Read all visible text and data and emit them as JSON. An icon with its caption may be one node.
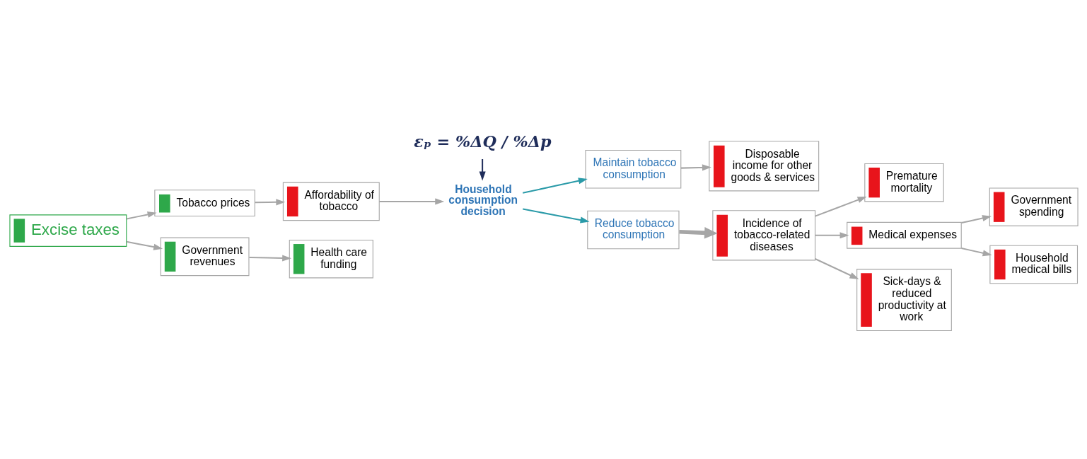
{
  "diagram": {
    "nodes": [
      {
        "text": [
          "Excise taxes"
        ]
      },
      {
        "text": [
          "Tobacco prices"
        ]
      },
      {
        "text": [
          "Affordability of tobacco"
        ]
      },
      {
        "text": [
          "εₚ = %ΔQ / %Δp"
        ]
      },
      {
        "text": [
          "Household consumption decision"
        ]
      },
      {
        "text": [
          "Maintain tobacco consumption"
        ]
      },
      {
        "text": [
          "Reduce tobacco consumption"
        ]
      },
      {
        "text": [
          "Disposable income for other goods & services"
        ]
      },
      {
        "text": [
          "Incidence of tobacco-related diseases"
        ]
      },
      {
        "text": [
          "Premature mortality"
        ]
      },
      {
        "text": [
          "Medical expenses"
        ]
      },
      {
        "text": [
          "Government spending"
        ]
      },
      {
        "text": [
          "Household medical bills"
        ]
      },
      {
        "text": [
          "Sick-days & reduced productivity at work"
        ]
      },
      {
        "text": [
          "Government revenues"
        ]
      },
      {
        "text": [
          "Health care funding"
        ]
      }
    ],
    "edges": [
      {
        "from": 0,
        "to": 1,
        "arrow": "to"
      },
      {
        "from": 0,
        "to": 14,
        "arrow": "to"
      },
      {
        "from": 1,
        "to": 2,
        "arrow": "to"
      },
      {
        "from": 2,
        "to": 4,
        "arrow": "to"
      },
      {
        "from": 3,
        "to": 4,
        "arrow": "to",
        "color": "#1f2d5a"
      },
      {
        "from": 4,
        "to": 5,
        "arrow": "to",
        "color": "#2a9aa8"
      },
      {
        "from": 4,
        "to": 6,
        "arrow": "to",
        "color": "#2a9aa8"
      },
      {
        "from": 5,
        "to": 7,
        "arrow": "to"
      },
      {
        "from": 6,
        "to": 8,
        "arrow": "to",
        "style": "thick"
      },
      {
        "from": 8,
        "to": 9,
        "arrow": "to"
      },
      {
        "from": 8,
        "to": 10,
        "arrow": "to"
      },
      {
        "from": 8,
        "to": 13,
        "arrow": "to"
      },
      {
        "from": 10,
        "to": 11,
        "arrow": "to"
      },
      {
        "from": 10,
        "to": 12,
        "arrow": "to"
      },
      {
        "from": 14,
        "to": 15,
        "arrow": "to"
      }
    ]
  }
}
